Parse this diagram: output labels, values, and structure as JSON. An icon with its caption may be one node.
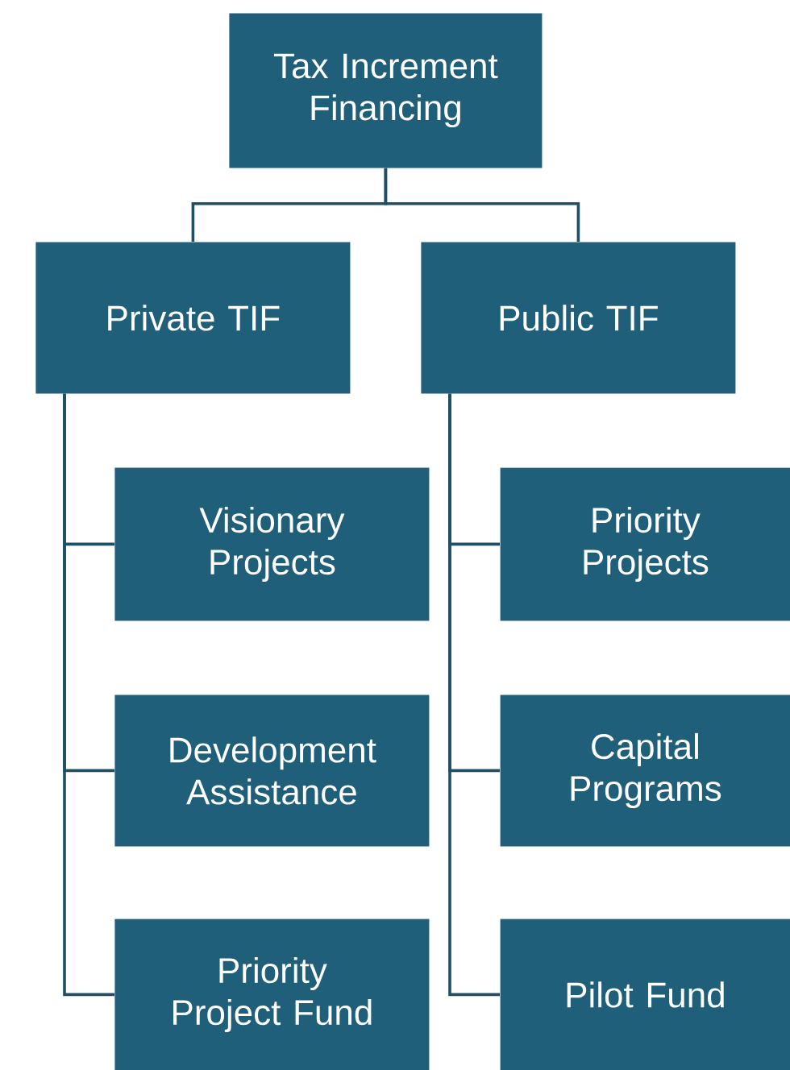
{
  "diagram": {
    "nodes": [
      {
        "text": [
          "Tax Increment Financing"
        ]
      },
      {
        "text": [
          "Private TIF"
        ]
      },
      {
        "text": [
          "Public TIF"
        ]
      },
      {
        "text": [
          "Visionary Projects"
        ]
      },
      {
        "text": [
          "Development Assistance"
        ]
      },
      {
        "text": [
          "Priority Project Fund"
        ]
      },
      {
        "text": [
          "Priority Projects"
        ]
      },
      {
        "text": [
          "Capital Programs"
        ]
      },
      {
        "text": [
          "Pilot Fund"
        ]
      }
    ],
    "edges": [
      {
        "from": 0,
        "to": 1,
        "arrow": "none"
      },
      {
        "from": 0,
        "to": 2,
        "arrow": "none"
      },
      {
        "from": 1,
        "to": 3,
        "arrow": "none"
      },
      {
        "from": 1,
        "to": 4,
        "arrow": "none"
      },
      {
        "from": 1,
        "to": 5,
        "arrow": "none"
      },
      {
        "from": 2,
        "to": 6,
        "arrow": "none"
      },
      {
        "from": 2,
        "to": 7,
        "arrow": "none"
      },
      {
        "from": 2,
        "to": 8,
        "arrow": "none"
      }
    ]
  }
}
